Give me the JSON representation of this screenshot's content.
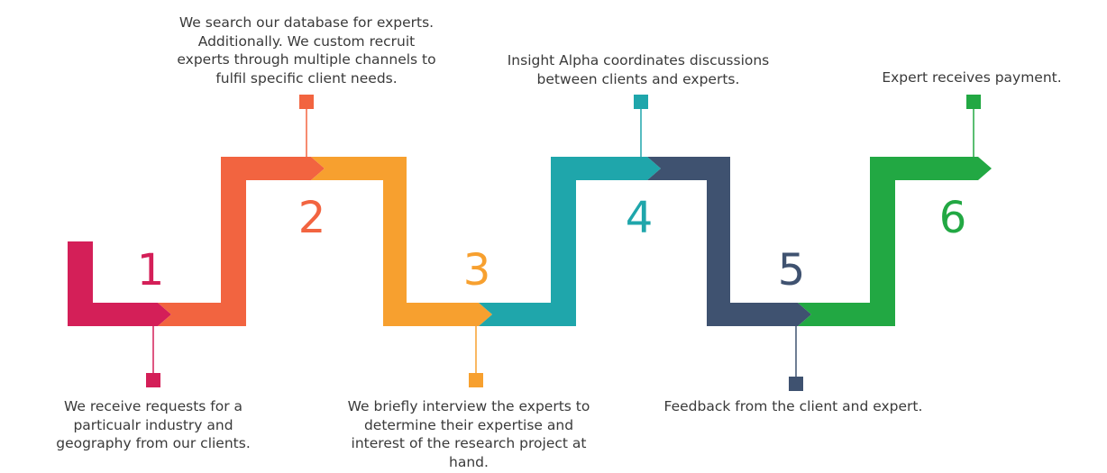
{
  "steps": [
    {
      "number": "1",
      "color": "#d41f58",
      "text": "We receive requests for a\nparticualr industry and\ngeography from our clients."
    },
    {
      "number": "2",
      "color": "#f26440",
      "text": "We search our database for experts.\nAdditionally. We custom recruit\nexperts through multiple channels to\nfulfil specific client needs."
    },
    {
      "number": "3",
      "color": "#f7a02f",
      "text": "We briefly interview the experts to\ndetermine their expertise and\ninterest of the research project at\nhand."
    },
    {
      "number": "4",
      "color": "#1fa6ab",
      "text": "Insight Alpha coordinates discussions\nbetween clients and experts."
    },
    {
      "number": "5",
      "color": "#3f5270",
      "text": "Feedback from the client and expert."
    },
    {
      "number": "6",
      "color": "#22a843",
      "text": "Expert receives payment."
    }
  ]
}
